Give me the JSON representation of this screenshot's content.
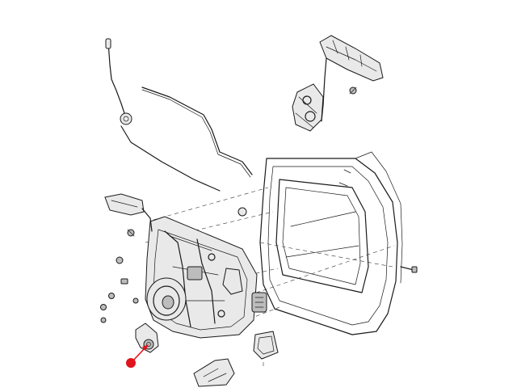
{
  "diagram": {
    "callout_color": "#e0141b",
    "parts": [
      "door-handle-exterior",
      "latch",
      "lock-rod",
      "door-frame",
      "window-regulator",
      "regulator-motor",
      "speaker",
      "trim-panel-bracket",
      "grommet",
      "fasteners"
    ]
  }
}
